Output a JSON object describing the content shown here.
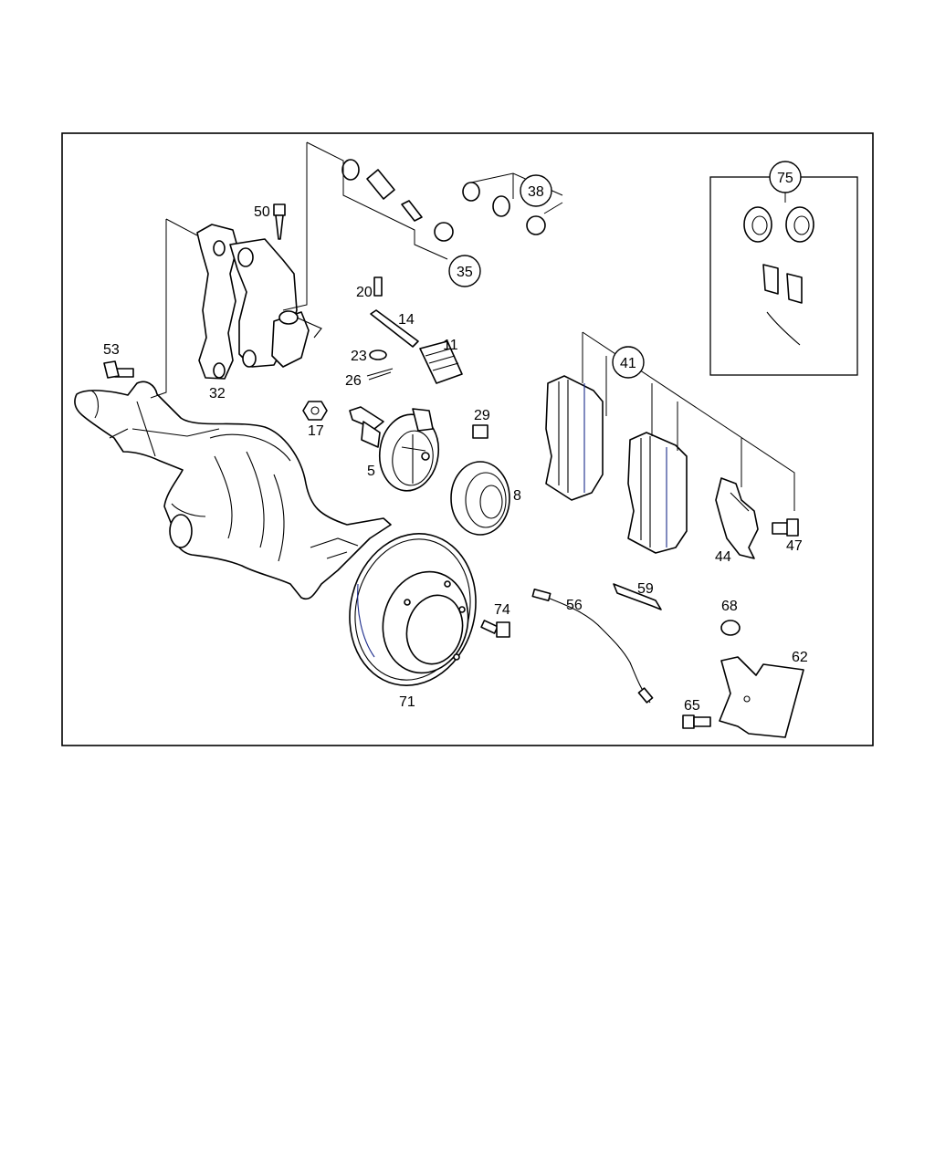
{
  "labels": {
    "p5": "5",
    "p8": "8",
    "p11": "11",
    "p14": "14",
    "p17": "17",
    "p20": "20",
    "p23": "23",
    "p26": "26",
    "p29": "29",
    "p32": "32",
    "p35": "35",
    "p38": "38",
    "p41": "41",
    "p44": "44",
    "p47": "47",
    "p50": "50",
    "p53": "53",
    "p56": "56",
    "p59": "59",
    "p62": "62",
    "p65": "65",
    "p68": "68",
    "p71": "71",
    "p74": "74",
    "p75": "75"
  },
  "colors": {
    "outline": "#000000",
    "accent_line": "#1a2a8a",
    "background": "#ffffff"
  }
}
